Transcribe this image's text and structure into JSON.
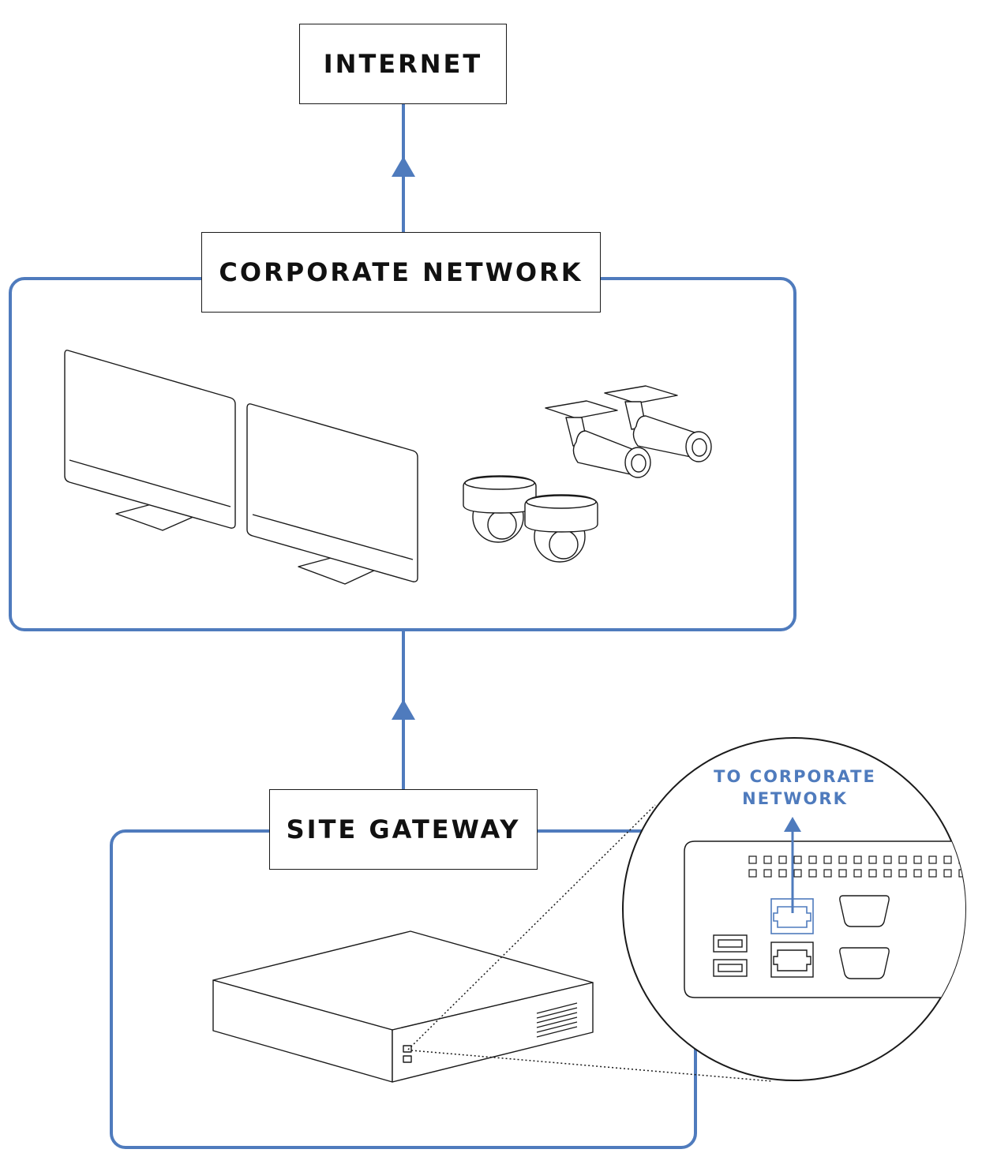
{
  "nodes": {
    "internet": {
      "label": "INTERNET"
    },
    "corporate_network": {
      "label": "CORPORATE NETWORK"
    },
    "site_gateway": {
      "label": "SITE GATEWAY"
    }
  },
  "zoom_callout": {
    "line1": "TO CORPORATE",
    "line2": "NETWORK"
  },
  "colors": {
    "accent": "#4f7bbd",
    "stroke": "#1a1a1a",
    "background": "#ffffff"
  },
  "icons": [
    "computer-monitor-icon",
    "dome-camera-icon",
    "bullet-camera-icon",
    "network-appliance-icon",
    "ethernet-port-icon",
    "usb-port-icon",
    "vga-port-icon"
  ]
}
